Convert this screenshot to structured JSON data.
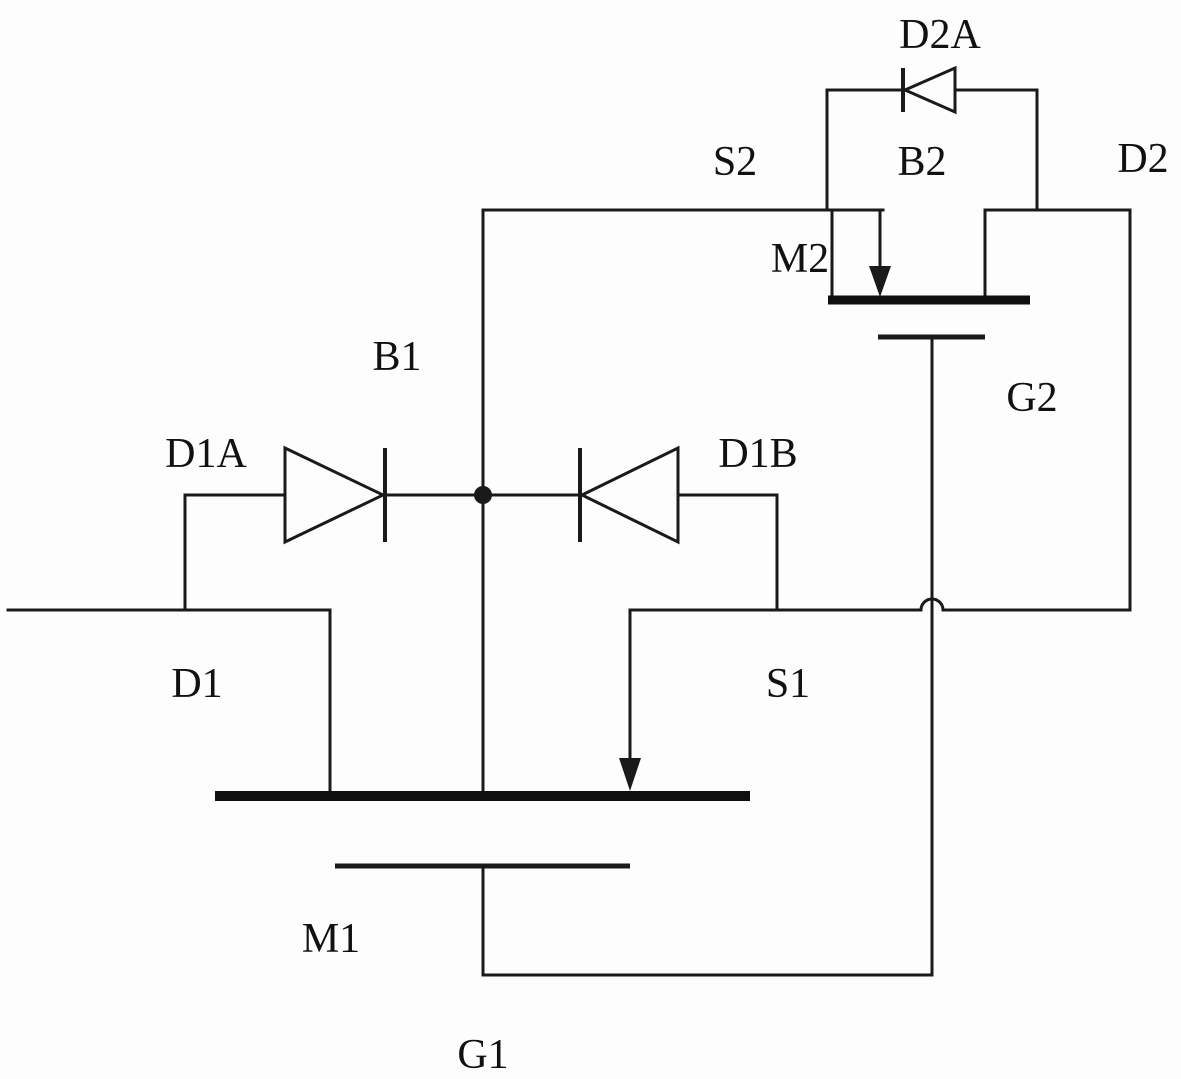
{
  "figure": {
    "type": "circuit-schematic",
    "description": "Patent-style schematic of two four-terminal MOSFETs (M1, M2) with shared gate wiring, a common-cathode diode pair (D1A, D1B) joined at a junction dot on the bulk line B1, and a diode D2A bridging the source/bulk line of M2 to its drain line D2.",
    "labels": {
      "d2a": "D2A",
      "s2": "S2",
      "b2": "B2",
      "d2": "D2",
      "m2": "M2",
      "b1": "B1",
      "g2": "G2",
      "d1a": "D1A",
      "d1b": "D1B",
      "d1": "D1",
      "s1": "S1",
      "m1": "M1",
      "g1": "G1"
    },
    "components": [
      {
        "id": "M1",
        "kind": "mosfet",
        "terminals": [
          "D1",
          "G1",
          "S1",
          "B1"
        ]
      },
      {
        "id": "M2",
        "kind": "mosfet",
        "terminals": [
          "D2",
          "G2",
          "S2",
          "B2"
        ]
      },
      {
        "id": "D1A",
        "kind": "diode",
        "cathode_toward": "junction-dot"
      },
      {
        "id": "D1B",
        "kind": "diode",
        "cathode_toward": "junction-dot"
      },
      {
        "id": "D2A",
        "kind": "diode",
        "cathode_toward": "S2-B2-line"
      }
    ]
  },
  "colors": {
    "line": "#1a1a1a",
    "background": "#fdfdfd"
  }
}
